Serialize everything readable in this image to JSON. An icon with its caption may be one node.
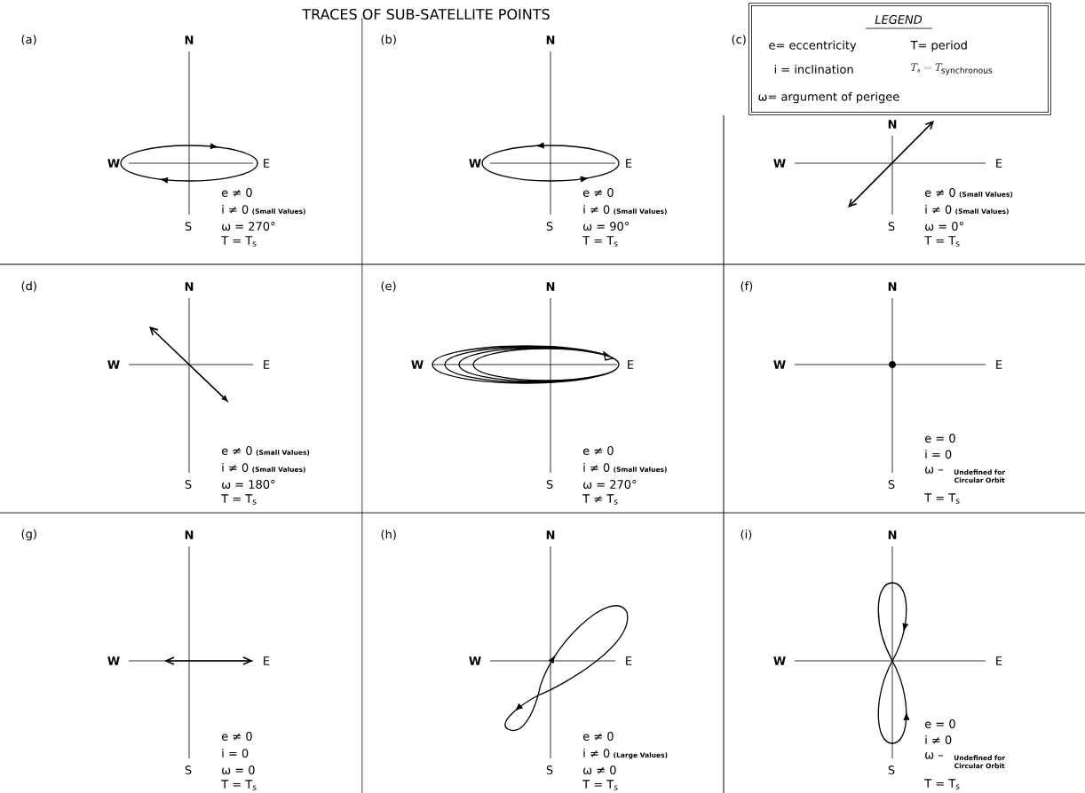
{
  "diagram": {
    "title": "TRACES OF SUB-SATELLITE POINTS",
    "labels": [
      "LEGEND",
      "(a)",
      "N",
      "W",
      "E",
      "S",
      "e ≠ 0",
      "i ≠ 0",
      "(Small Values)",
      "ω = 270°",
      "T = T$_{s}$",
      "(b)",
      "N",
      "W",
      "E",
      "S",
      "e ≠ 0",
      "i ≠ 0",
      "(Small Values)",
      "ω = 90°",
      "T = T$_{s}$",
      "(c)",
      "N",
      "W",
      "E",
      "S",
      "e ≠ 0",
      "(Small Values)",
      "i ≠ 0",
      "(Small Values)",
      "ω = 0°",
      "T = T$_{s}$",
      "(d)",
      "N",
      "W",
      "E",
      "S",
      "e ≠ 0",
      "(Small Values)",
      "i ≠ 0",
      "(Small Values)",
      "ω = 180°",
      "T = T$_{s}$",
      "(e)",
      "N",
      "W",
      "E",
      "S",
      "e ≠ 0",
      "i ≠ 0",
      "(Small Values)",
      "ω = 270°",
      "T ≠ T$_{s}$",
      "(f)",
      "N",
      "W",
      "E",
      "S",
      "e = 0",
      "i = 0",
      "ω –",
      "Undefined for Circular Orbit",
      "T = T$_{s}$",
      "(g)",
      "N",
      "W",
      "E",
      "S",
      "e ≠ 0",
      "i = 0",
      "ω = 0",
      "T = T$_{s}$",
      "(h)",
      "N",
      "W",
      "E",
      "S",
      "e ≠ 0",
      "i ≠ 0",
      "(Large Values)",
      "ω ≠ 0",
      "T = T$_{s}$",
      "(i)",
      "N",
      "W",
      "E",
      "S",
      "e = 0",
      "i ≠ 0",
      "ω –",
      "Undefined for Circular Orbit",
      "T = T$_{s}$"
    ],
    "legend": [
      {
        "text": "e= eccentricity"
      },
      {
        "text": "T= period"
      },
      {
        "text": "i = inclination"
      },
      {
        "text": "T_{s}=T_{\\mathrm{synchronous}}"
      },
      {
        "text": "ω= argument of perigee"
      }
    ]
  }
}
